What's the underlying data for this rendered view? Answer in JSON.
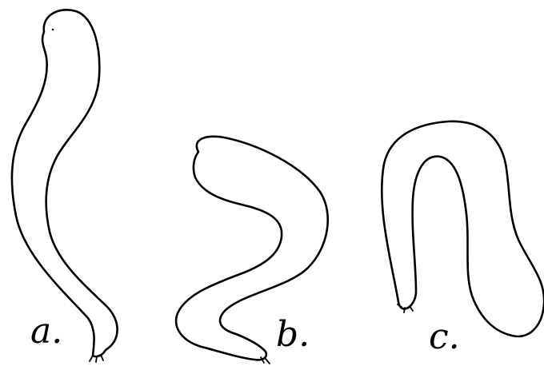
{
  "figures": [
    {
      "id": "a",
      "label": "a."
    },
    {
      "id": "b",
      "label": "b."
    },
    {
      "id": "c",
      "label": "c."
    }
  ],
  "colors": {
    "stroke": "#000000",
    "background": "#ffffff"
  }
}
